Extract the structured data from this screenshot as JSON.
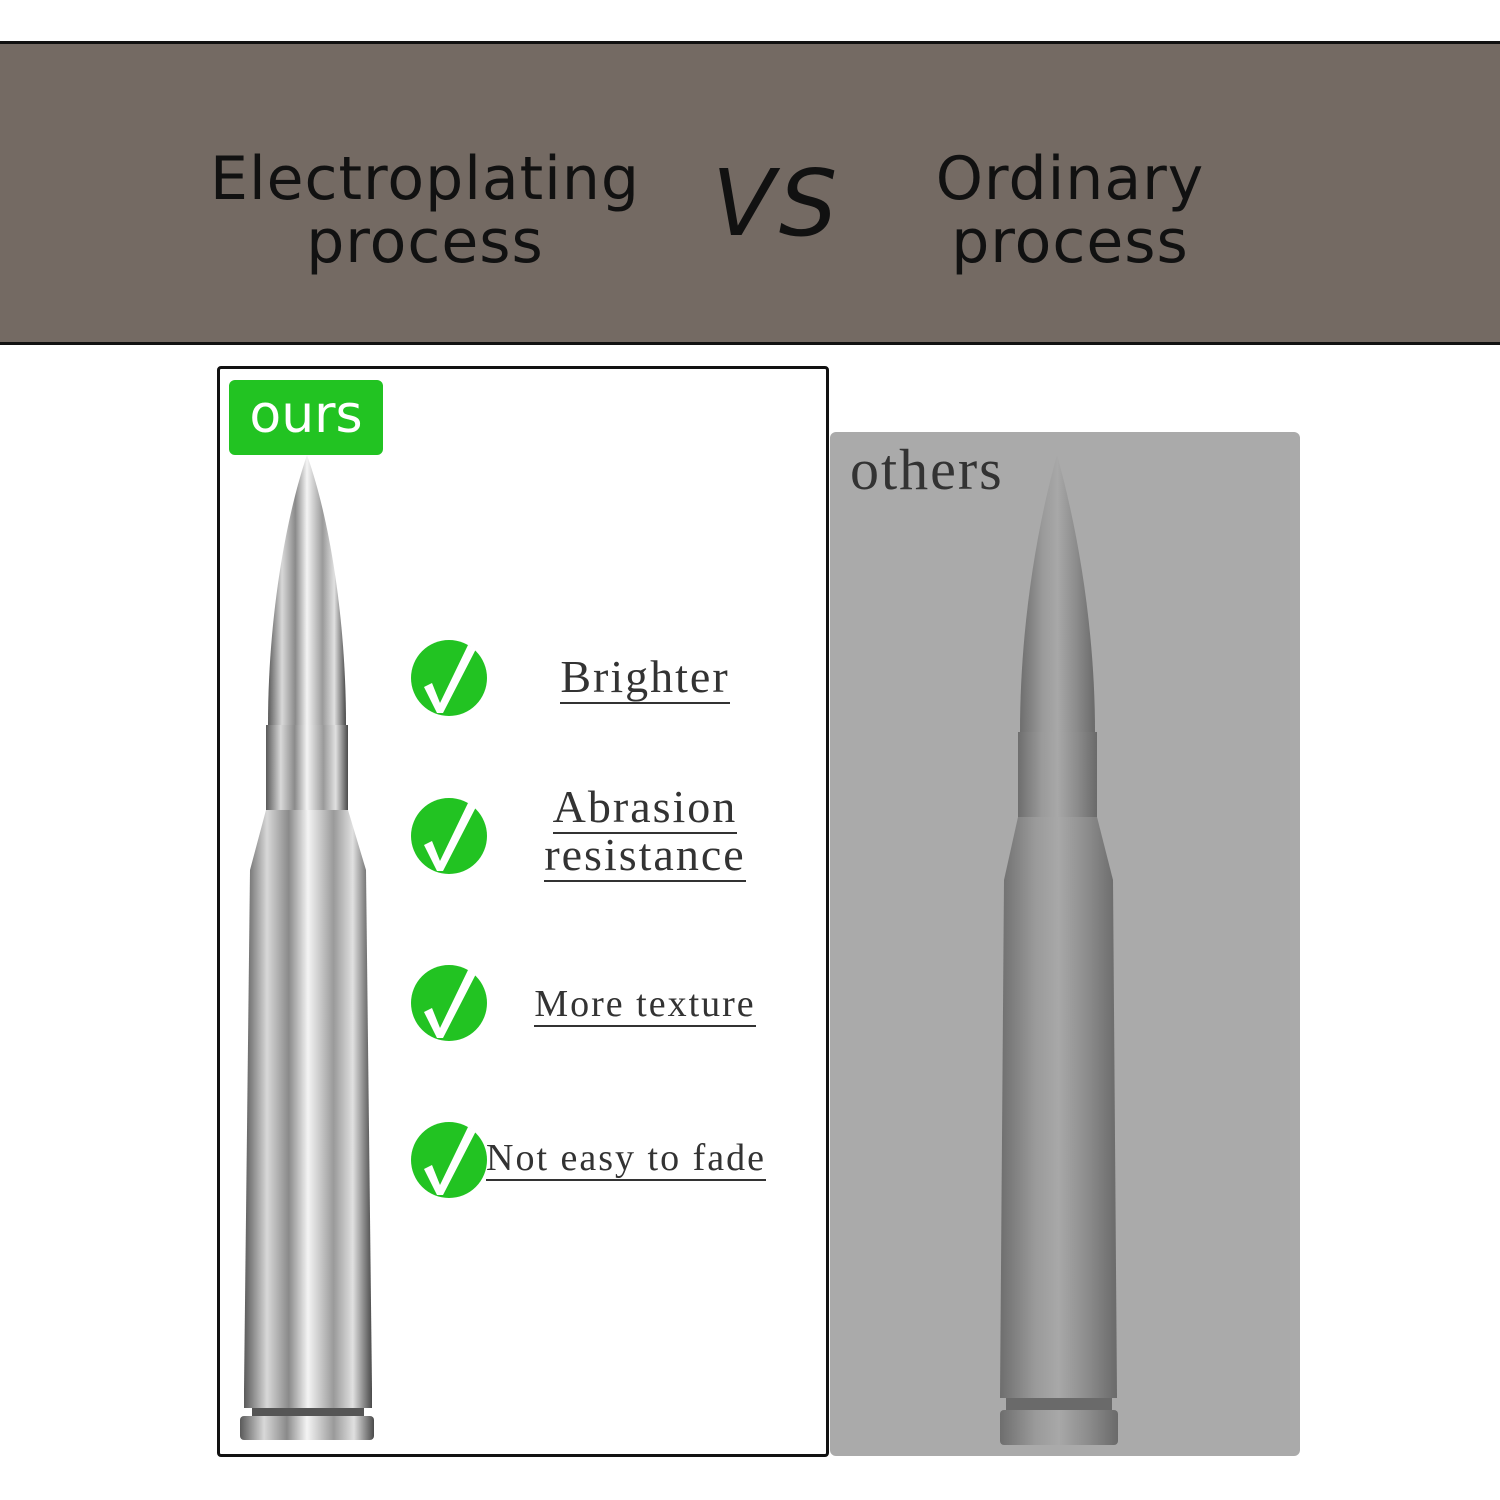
{
  "header": {
    "left_line1": "Electroplating",
    "left_line2": "process",
    "vs": "VS",
    "right_line1": "Ordinary",
    "right_line2": "process"
  },
  "ours": {
    "badge": "ours",
    "features": [
      "Brighter",
      "Abrasion",
      "resistance",
      "More texture",
      "Not easy to fade"
    ]
  },
  "others": {
    "label": "others"
  },
  "colors": {
    "band": "#746a63",
    "green": "#22c322",
    "others_bg": "#aaaaaa"
  }
}
